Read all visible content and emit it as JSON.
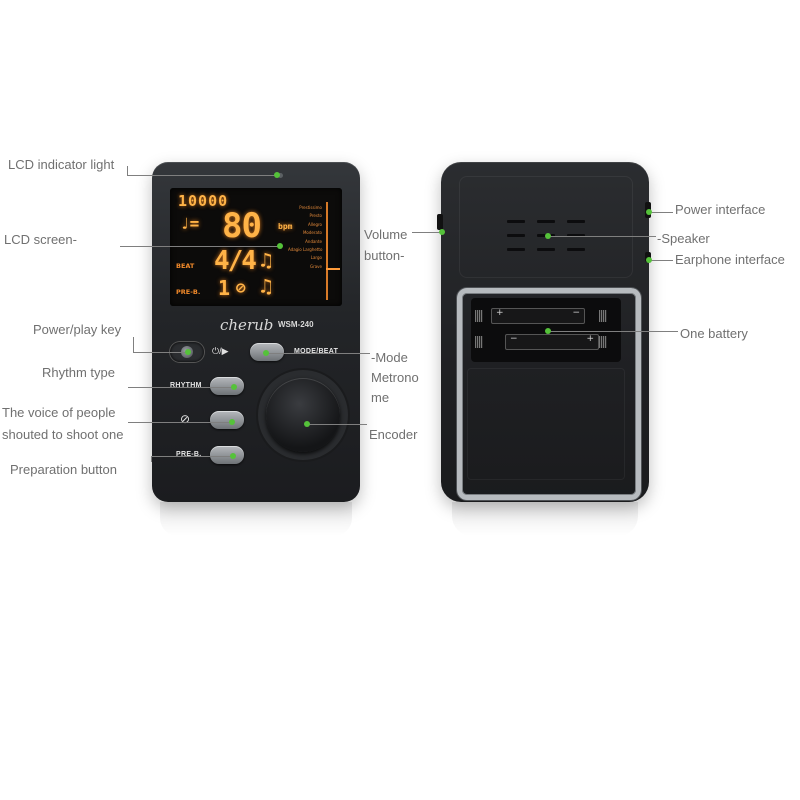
{
  "colors": {
    "annotation_dot": "#55c23a",
    "annotation_text": "#707070",
    "lcd_digits": "#ffb347",
    "device_body": "#232528",
    "stand_metal": "#b7bbbf"
  },
  "front_device": {
    "brand": "cherub",
    "model": "WSM-240",
    "lcd": {
      "top_digits": "10000",
      "note_equals": "♩=",
      "tempo": "80",
      "tempo_unit": "bpm",
      "beat_label": "BEAT",
      "beat_value": "4/4",
      "pre_label": "PRE-B.",
      "pre_value": "1",
      "tempo_names": [
        "Prestissimo",
        "Presto",
        "Allegro",
        "Moderato",
        "Andante",
        "Adagio Larghetto",
        "Largo",
        "Grave"
      ]
    },
    "power_symbol": "⏻/▶",
    "buttons": {
      "mode_beat": "MODE/BEAT",
      "rhythm": "RHYTHM",
      "voice_symbol": "⊘",
      "pre_b": "PRE-B."
    }
  },
  "back_device": {
    "cells": [
      {
        "left_sign": "+",
        "right_sign": "−"
      },
      {
        "left_sign": "−",
        "right_sign": "+"
      }
    ]
  },
  "annotations": {
    "lcd_indicator_light": "LCD indicator light",
    "lcd_screen": "LCD screen-",
    "power_play_key": "Power/play key",
    "rhythm_type": "Rhythm type",
    "voice_line1": "The voice of people",
    "voice_line2": "shouted to shoot one",
    "preparation_button": "Preparation button",
    "volume_line1": "Volume",
    "volume_line2": "button-",
    "mode_line1": "-Mode",
    "mode_line2": "Metrono",
    "mode_line3": "me",
    "encoder": "Encoder",
    "power_interface": "Power interface",
    "speaker": "-Speaker",
    "earphone_interface": "Earphone interface",
    "one_battery": "One battery"
  }
}
